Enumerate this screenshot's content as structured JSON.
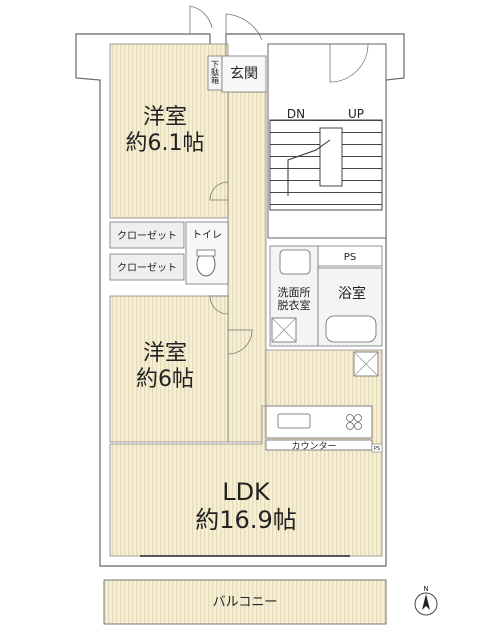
{
  "rooms": {
    "bedroom1": {
      "name": "洋室",
      "size": "約6.1帖"
    },
    "bedroom2": {
      "name": "洋室",
      "size": "約6帖"
    },
    "ldk": {
      "name": "LDK",
      "size": "約16.9帖"
    },
    "entrance": "玄関",
    "shoe_box": "下駄箱",
    "toilet": "トイレ",
    "closet1": "クローゼット",
    "closet2": "クローゼット",
    "washroom": [
      "洗面所",
      "脱衣室"
    ],
    "bath": "浴室",
    "ps_top": "PS",
    "ps_small": "PS",
    "counter": "カウンター",
    "balcony": "バルコニー"
  },
  "stairs": {
    "down": "DN",
    "up": "UP"
  },
  "compass": {
    "north": "N"
  },
  "colors": {
    "room_fill": "#f4ecd6",
    "stripe": "#e6d9b4",
    "wall": "#ffffff",
    "wall_line": "#555555",
    "wet_fill": "#f7f7f7",
    "outline": "#666666"
  }
}
